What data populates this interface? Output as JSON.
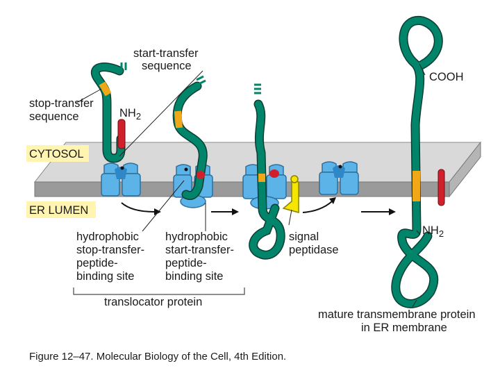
{
  "labels": {
    "start_transfer_1": "start-transfer",
    "start_transfer_2": "sequence",
    "stop_transfer_1": "stop-transfer",
    "stop_transfer_2": "sequence",
    "nh2_top": "NH",
    "nh2_top_sub": "2",
    "cytosol": "CYTOSOL",
    "er_lumen": "ER LUMEN",
    "hydro_stop_1": "hydrophobic",
    "hydro_stop_2": "stop-transfer-",
    "hydro_stop_3": "peptide-",
    "hydro_stop_4": "binding site",
    "hydro_start_1": "hydrophobic",
    "hydro_start_2": "start-transfer-",
    "hydro_start_3": "peptide-",
    "hydro_start_4": "binding site",
    "signal_1": "signal",
    "signal_2": "peptidase",
    "translocator": "translocator protein",
    "cooh": "COOH",
    "nh2_bottom": "NH",
    "nh2_bottom_sub": "2",
    "mature_1": "mature transmembrane protein",
    "mature_2": "in ER membrane"
  },
  "caption": "Figure 12–47. Molecular Biology of the Cell, 4th Edition.",
  "colors": {
    "chain": "#00856a",
    "chain_outline": "#0b3d33",
    "orange_segment": "#f0a818",
    "red_segment": "#d0202c",
    "translocator": "#5bb3e8",
    "translocator_dark": "#2e88c8",
    "membrane_top": "#d8d8d8",
    "membrane_front": "#9a9a9a",
    "peptidase": "#f5e600",
    "label_highlight": "#fff5b0"
  }
}
